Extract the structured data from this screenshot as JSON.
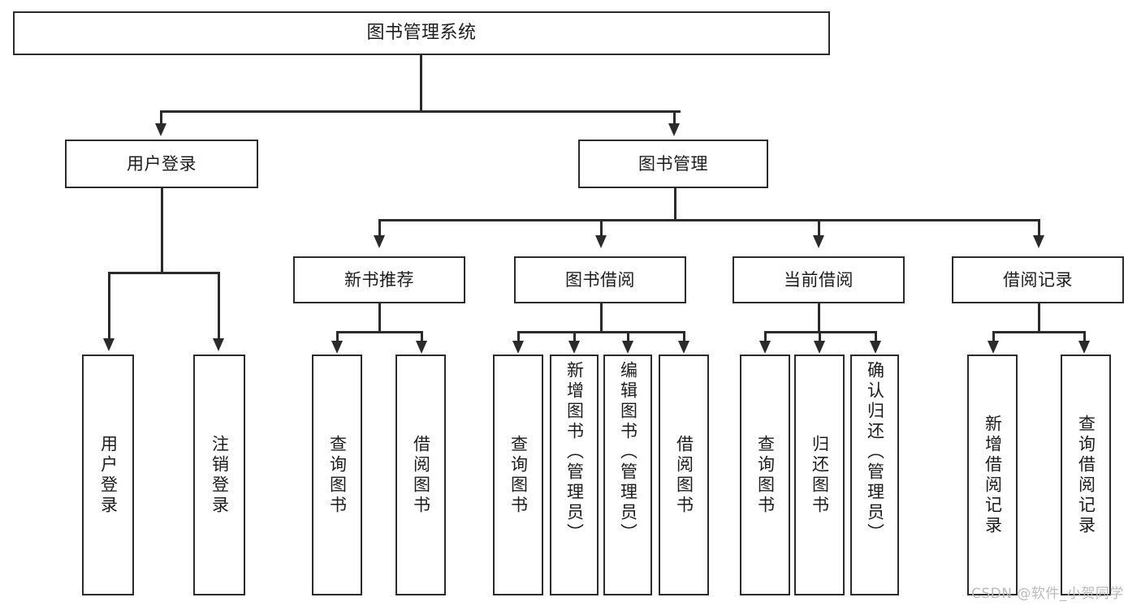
{
  "diagram": {
    "title": "图书管理系统",
    "watermark": "CSDN @软件_小贺同学",
    "colors": {
      "stroke": "#2b2b2b",
      "box_fill": "#ffffff",
      "text": "#1c1c1c",
      "watermark": "#b9b9b9",
      "background": "#ffffff"
    },
    "root": {
      "label": "图书管理系统",
      "children": [
        {
          "label": "用户登录",
          "children": [
            {
              "label": "用户登录"
            },
            {
              "label": "注销登录"
            }
          ]
        },
        {
          "label": "图书管理",
          "children": [
            {
              "label": "新书推荐",
              "children": [
                {
                  "label": "查询图书"
                },
                {
                  "label": "借阅图书"
                }
              ]
            },
            {
              "label": "图书借阅",
              "children": [
                {
                  "label": "查询图书"
                },
                {
                  "label": "新增图书（管理员）"
                },
                {
                  "label": "编辑图书（管理员）"
                },
                {
                  "label": "借阅图书"
                }
              ]
            },
            {
              "label": "当前借阅",
              "children": [
                {
                  "label": "查询图书"
                },
                {
                  "label": "归还图书"
                },
                {
                  "label": "确认归还（管理员）"
                }
              ]
            },
            {
              "label": "借阅记录",
              "children": [
                {
                  "label": "新增借阅记录"
                },
                {
                  "label": "查询借阅记录"
                }
              ]
            }
          ]
        }
      ]
    },
    "nodes": {
      "root": "图书管理系统",
      "user_login": "用户登录",
      "book_manage": "图书管理",
      "new_book_rec": "新书推荐",
      "book_borrow": "图书借阅",
      "current_borrow": "当前借阅",
      "borrow_record": "借阅记录",
      "leaf_user_login": "用户登录",
      "leaf_logout": "注销登录",
      "leaf_query_book_1": "查询图书",
      "leaf_borrow_book_1": "借阅图书",
      "leaf_query_book_2": "查询图书",
      "leaf_add_book": "新增图书（管理员）",
      "leaf_edit_book": "编辑图书（管理员）",
      "leaf_borrow_book_2": "借阅图书",
      "leaf_query_book_3": "查询图书",
      "leaf_return_book": "归还图书",
      "leaf_confirm_return": "确认归还（管理员）",
      "leaf_add_record": "新增借阅记录",
      "leaf_query_record": "查询借阅记录"
    }
  }
}
